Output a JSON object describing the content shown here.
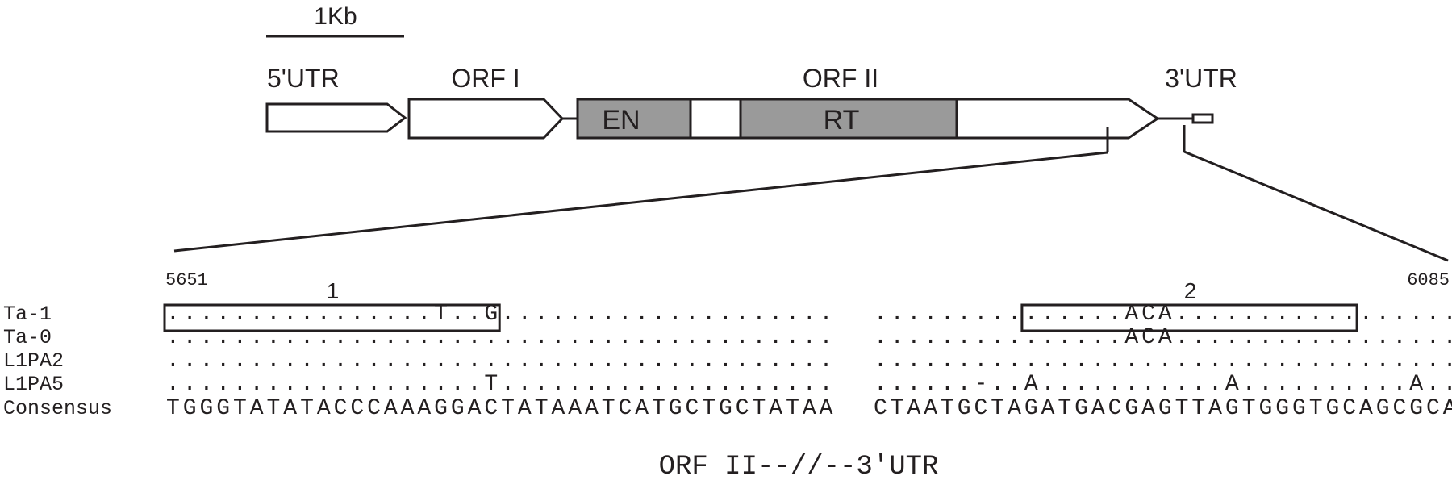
{
  "colors": {
    "ink": "#231f20",
    "domain_fill": "#9a9a9a",
    "box_fill": "#ffffff"
  },
  "map": {
    "scale_bar_label": "1Kb",
    "segments": {
      "utr5": "5'UTR",
      "orf1": "ORF I",
      "orf2": "ORF II",
      "utr3": "3'UTR"
    },
    "domains": {
      "en": "EN",
      "rt": "RT"
    }
  },
  "alignment": {
    "start_position": "5651",
    "end_position": "6085",
    "region_labels": [
      "1",
      "2"
    ],
    "rows": [
      {
        "name": "Ta-1",
        "block1": "................T..G....................",
        "block2": "...............ACA......................"
      },
      {
        "name": "Ta-0",
        "block1": "........................................",
        "block2": "...............ACA......................"
      },
      {
        "name": "L1PA2",
        "block1": "........................................",
        "block2": "........................................"
      },
      {
        "name": "L1PA5",
        "block1": "...................T....................",
        "block2": "......-..A...........A..........A.....A."
      },
      {
        "name": "Consensus",
        "block1": "TGGGTATATACCCAAAGGACTATAAATCATGCTGCTATAA",
        "block2": "CTAATGCTAGATGACGAGTTAGTGGGTGCAGCGCACCAGC"
      }
    ],
    "boxes": [
      {
        "label": "1",
        "block": "block1",
        "from_col": 0,
        "to_col": 19
      },
      {
        "label": "2",
        "block": "block2",
        "from_col": 9,
        "to_col": 28
      }
    ]
  },
  "caption": "ORF II--//--3'UTR"
}
